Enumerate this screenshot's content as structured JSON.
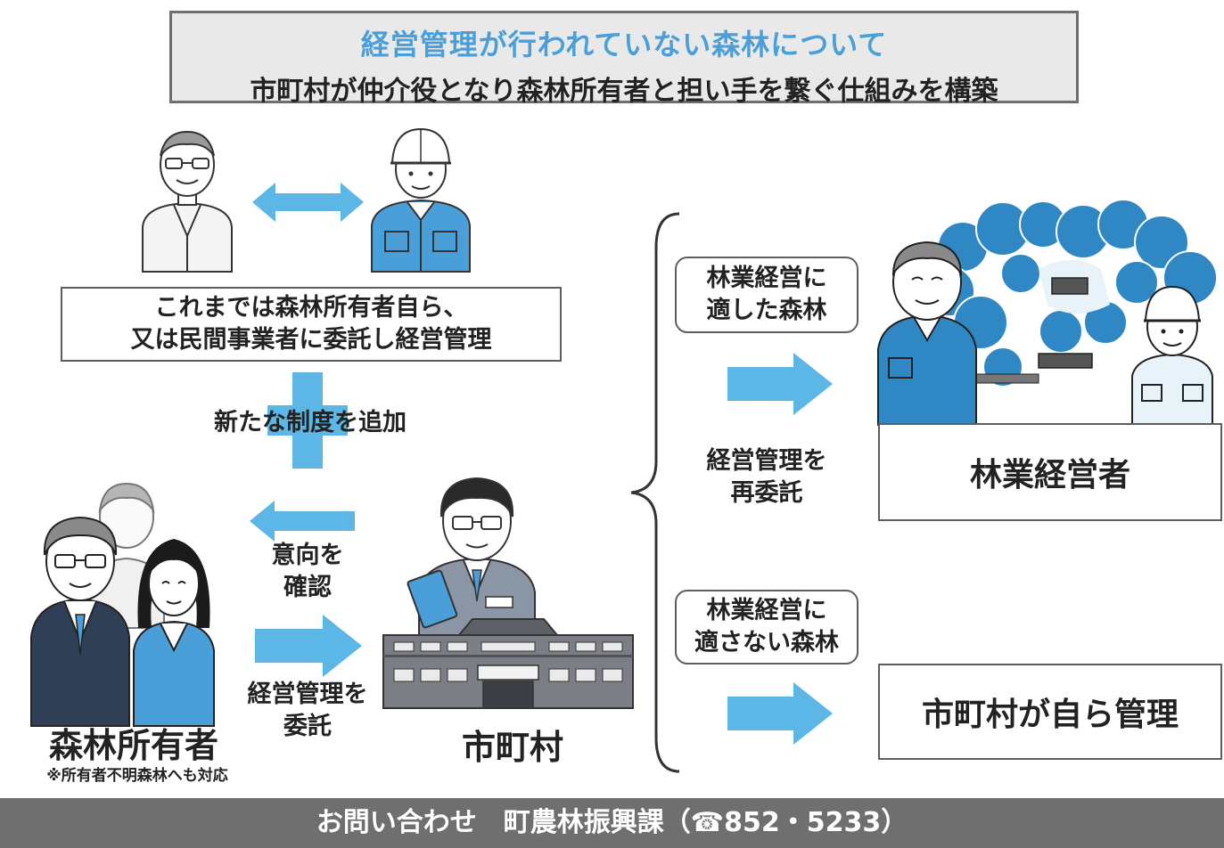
{
  "title": {
    "main": "経営管理が行われていない森林について",
    "sub": "市町村が仲介役となり森林所有者と担い手を繋ぐ仕組みを構築"
  },
  "previous_box": {
    "line1": "これまでは森林所有者自ら、",
    "line2": "又は民間事業者に委託し経営管理"
  },
  "new_system": "新たな制度を追加",
  "confirm_intent": {
    "line1": "意向を",
    "line2": "確認"
  },
  "entrust": {
    "line1": "経営管理を",
    "line2": "委託"
  },
  "forest_owner": {
    "label": "森林所有者",
    "note": "※所有者不明森林へも対応"
  },
  "municipality": {
    "label": "市町村"
  },
  "suitable_forest": {
    "line1": "林業経営に",
    "line2": "適した森林"
  },
  "re_entrust": {
    "line1": "経営管理を",
    "line2": "再委託"
  },
  "forestry_operator": "林業経営者",
  "unsuitable_forest": {
    "line1": "林業経営に",
    "line2": "適さない森林"
  },
  "self_managed": "市町村が自ら管理",
  "footer": {
    "text": "お問い合わせ　町農林振興課（☎852・5233）"
  },
  "colors": {
    "accent": "#4a9fd8",
    "arrow": "#5cb6e6",
    "footer_bg": "#6f6f6f"
  }
}
